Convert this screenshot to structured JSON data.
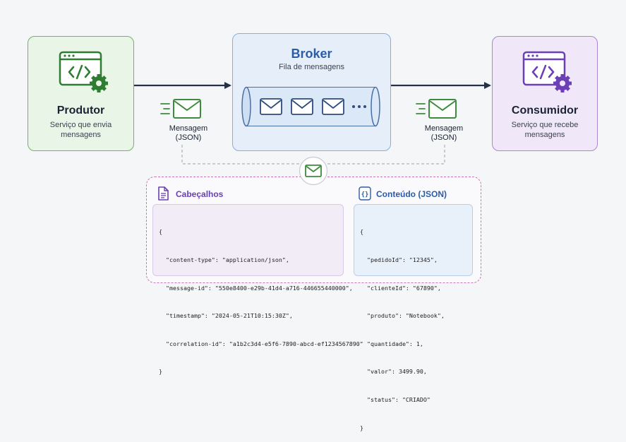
{
  "producer": {
    "title": "Produtor",
    "subtitle_line1": "Serviço que envia",
    "subtitle_line2": "mensagens"
  },
  "broker": {
    "title": "Broker",
    "subtitle": "Fila de mensagens"
  },
  "consumer": {
    "title": "Consumidor",
    "subtitle_line1": "Serviço que recebe",
    "subtitle_line2": "mensagens"
  },
  "left_message": {
    "line1": "Mensagem",
    "line2": "(JSON)"
  },
  "right_message": {
    "line1": "Mensagem",
    "line2": "(JSON)"
  },
  "headers": {
    "title": "Cabeçalhos",
    "lines": [
      "{",
      "  \"content-type\": \"application/json\",",
      "  \"message-id\": \"550e8400-e29b-41d4-a716-446655440000\",",
      "  \"timestamp\": \"2024-05-21T10:15:30Z\",",
      "  \"correlation-id\": \"a1b2c3d4-e5f6-7890-abcd-ef1234567890\"",
      "}"
    ]
  },
  "body": {
    "title": "Conteúdo (JSON)",
    "lines": [
      "{",
      "  \"pedidoId\": \"12345\",",
      "  \"clienteId\": \"67890\",",
      "  \"produto\": \"Notebook\",",
      "  \"quantidade\": 1,",
      "  \"valor\": 3499.90,",
      "  \"status\": \"CRIADO\"",
      "}"
    ]
  },
  "colors": {
    "producer_accent": "#2e7d32",
    "broker_accent": "#2a5ca8",
    "consumer_accent": "#6b3fb5",
    "envelope": "#3d8b3d",
    "panel_border": "#c975b6"
  },
  "icons": {
    "producer": "code-window-gear-icon",
    "consumer": "code-window-gear-icon",
    "message": "envelope-icon",
    "headers": "document-icon",
    "body": "json-braces-icon"
  }
}
